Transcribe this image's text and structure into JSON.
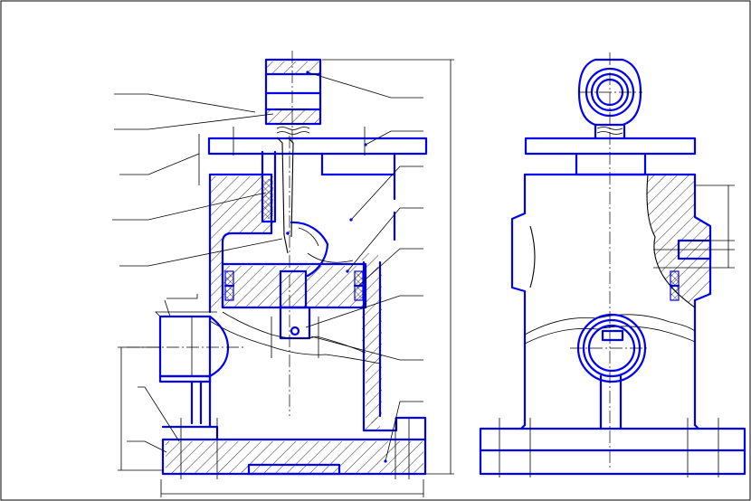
{
  "drawing": {
    "title": "",
    "views": [
      "front-section",
      "side-view"
    ],
    "leader_count": 12,
    "colors": {
      "outline": "#0000ee",
      "lines": "#000000",
      "background": "#ffffff"
    }
  }
}
